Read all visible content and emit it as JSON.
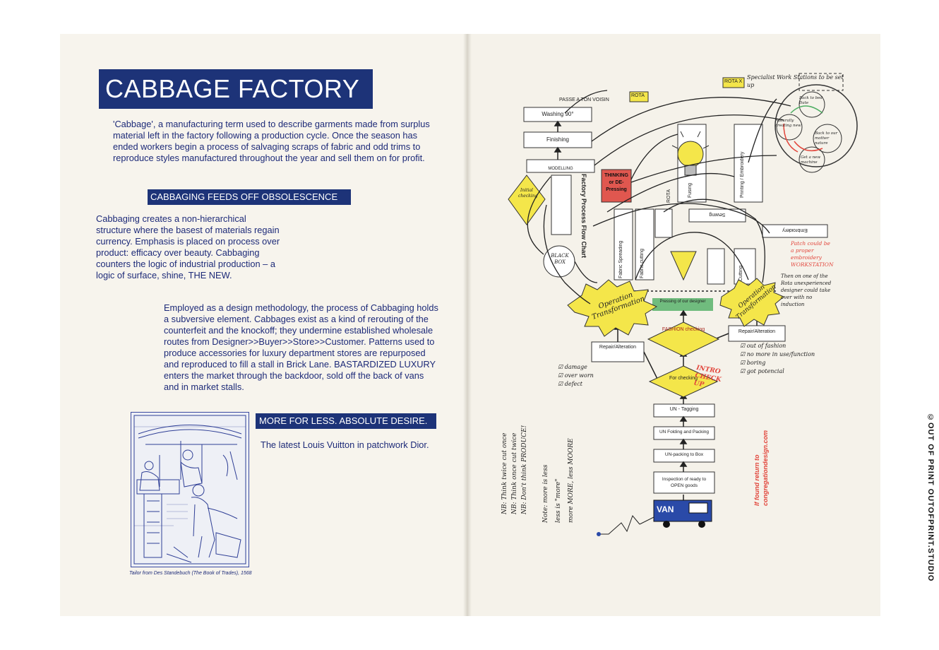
{
  "left_page": {
    "title": "CABBAGE FACTORY",
    "intro": "'Cabbage', a manufacturing term used to describe garments made from surplus material left in the factory following a production cycle. Once the season has ended workers begin a process of salvaging scraps of fabric and odd trims to reproduce styles manufactured throughout the year and sell them on for profit.",
    "heading_1": "CABBAGING FEEDS OFF OBSOLESCENCE",
    "para_1": "Cabbaging creates a non-hierarchical structure where the basest of materials regain currency. Emphasis is placed on process over product: efficacy over beauty. Cabbaging counters the logic of industrial production – a logic of surface, shine, THE NEW.",
    "para_2": "Employed as a design methodology, the process of Cabbaging holds a subversive element. Cabbages exist as a kind of rerouting of the counterfeit and the knockoff; they undermine established wholesale routes from Designer>>Buyer>>Store>>Customer. Patterns used to produce accessories for luxury department stores are repurposed and reproduced to fill a stall in Brick Lane. BASTARDIZED LUXURY enters the market through the backdoor, sold off the back of vans and in market stalls.",
    "heading_2": "MORE FOR LESS. ABSOLUTE DESIRE.",
    "para_3": "The latest Louis Vuitton in patchwork Dior.",
    "caption": "Tailor from Des Standebuch (The Book of Trades), 1568"
  },
  "right_page": {
    "boxes": {
      "washing": "Washing 90°",
      "finishing": "Finishing",
      "modelling": "MODELLING",
      "repair_left": "Repair/Alteration",
      "repair_right": "Repair/Alteration",
      "un_tagging": "UN - Tagging",
      "folding": "UN Folding and Packing",
      "packing_box": "UN-packing to Box",
      "inspection": "Inspection of ready to OPEN goods",
      "embroidery": "Embroidery",
      "fabric_spreading": "Fabric Spreading",
      "fabric_cutting": "Fabric cutting",
      "fusing": "Fusing",
      "printing": "Printing / Embroidery",
      "sewing": "Sewing",
      "cutting": "Cutting",
      "pressing": "Pressing of our designer",
      "flowchart_label": "Factory Process Flow Chart",
      "thinking": "THINKING or DE-Pressing",
      "fashion_checking": "FASHION checking",
      "for_checking": "For checking",
      "black_box": "BLACK BOX",
      "initial_checking": "Initial checking"
    },
    "stars": {
      "left": "Operation Transformation",
      "right": "Operation Transformation"
    },
    "notes": {
      "passe": "PASSE A TON VOISIN",
      "rota_1": "ROTA",
      "rota_2": "ROTA",
      "rota_x": "ROTA X",
      "work_stations": "Specialist Work Stations to be set up",
      "intro_check": "INTRO CHECK UP",
      "checklist_left": [
        "damage",
        "over worn",
        "defect"
      ],
      "checklist_right": [
        "out of fashion",
        "no more in use/function",
        "boring",
        "got potencial"
      ],
      "embroidery_note": "Patch could be a proper embroidery WORKSTATION",
      "rota_note": "Then on one of the Rota unexperienced designer could take over with no induction",
      "nb_lines": [
        "NB: Think twice cut once",
        "NB: Think once cut twice",
        "NB: Don't think PRODUCE!"
      ],
      "note_lines": [
        "Note: more is less",
        "less is \"more\"",
        "more MORE, less MOORE"
      ],
      "return_line_1": "If found return to",
      "return_line_2": "congregationdesign.com",
      "van": "VAN"
    },
    "cycle_labels": [
      "Back to bed Date",
      "Naturally creating new",
      "Back to our mother nature",
      "Get a new machine"
    ]
  },
  "copyright": "©OUT OF PRINT  OUTOFPRINT.STUDIO",
  "colors": {
    "navy": "#1d3378",
    "diamond_yellow": "#f4e64a",
    "thinking_red": "#e0574f",
    "pressing_green": "#4fae63",
    "handwriting_red": "#e2463c",
    "van_blue": "#2a4aa8"
  }
}
